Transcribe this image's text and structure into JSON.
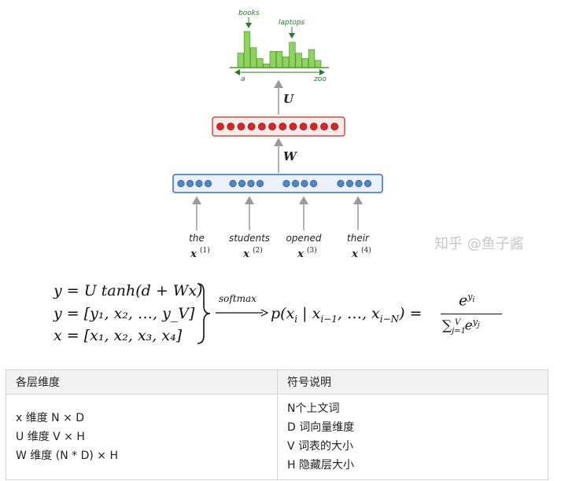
{
  "diagram": {
    "histogram": {
      "bars": [
        0.4,
        1.0,
        0.55,
        0.25,
        0.1,
        0.45,
        0.45,
        0.3,
        0.7,
        0.4,
        0.25,
        0.5,
        0.2
      ],
      "label_peak_1": "books",
      "label_peak_2": "laptops",
      "axis_start": "a",
      "axis_end": "zoo"
    },
    "output_matrix_label": "U",
    "hidden_units": 12,
    "weight_matrix_label": "W",
    "input_groups": 4,
    "units_per_group": 4,
    "words": [
      {
        "word": "the",
        "vec": "x",
        "sup": "(1)"
      },
      {
        "word": "students",
        "vec": "x",
        "sup": "(2)"
      },
      {
        "word": "opened",
        "vec": "x",
        "sup": "(3)"
      },
      {
        "word": "their",
        "vec": "x",
        "sup": "(4)"
      }
    ],
    "watermark": "知乎 @鱼子酱",
    "colors": {
      "bar": "#8dd35f",
      "bar_stroke": "#4e9a2a",
      "hidden": "#d62728",
      "hidden_box": "#c0504d",
      "input": "#4f86c6",
      "input_box": "#3d6fb2",
      "arrow": "#9a9a9a"
    }
  },
  "equations": {
    "line1": "y = U tanh(d + Wx)",
    "line2": "y = [y₁, x₂, …, y_V]",
    "line3": "x = [x₁, x₂, x₃, x₄]",
    "arrow_label": "softmax"
  },
  "table": {
    "headers": [
      "各层维度",
      "符号说明"
    ],
    "left_lines": [
      "x 维度 N × D",
      "U 维度 V × H",
      "W 维度 (N * D) × H"
    ],
    "right_lines": [
      "N个上文词",
      "D 词向量维度",
      "V 词表的大小",
      "H 隐藏层大小"
    ]
  }
}
